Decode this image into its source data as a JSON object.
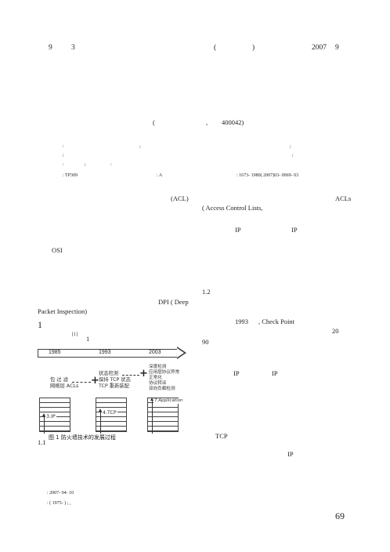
{
  "header": {
    "vol": "9",
    "issue": "3",
    "paren_open": "(",
    "paren_close": ")",
    "year": "2007",
    "month": "9"
  },
  "affiliation": {
    "paren": "(",
    "comma": ",",
    "postcode": "400042)"
  },
  "abstract_marks": [
    ":",
    ";",
    ";",
    ";",
    ";",
    ":",
    ";",
    ":"
  ],
  "classification": {
    "clc": ": TP309",
    "doc_code": ": A",
    "article_id": ": 1673- 1980( 2007)03- 0069- 03"
  },
  "left_col": {
    "acl": "(ACL)",
    "osi": "OSI",
    "dpi": "DPI ( Deep",
    "dpi2": "Packet Inspection)",
    "sec1": "1",
    "ref": "[1]",
    "ref_one": "1",
    "sec11": "1.1"
  },
  "right_col": {
    "acls": "ACLs",
    "acl_full": "( Access Control Lists,",
    "ip1": "IP",
    "ip2": "IP",
    "sec12": "1.2",
    "year1993": "1993",
    "checkpoint": ", Check Point",
    "twenty": "20",
    "ninety": "90",
    "ip3": "IP",
    "ip4": "IP",
    "tcp": "TCP",
    "ip5": "IP"
  },
  "figure": {
    "years": [
      "1985",
      "1993",
      "2003"
    ],
    "stage1": [
      "包 过 滤",
      "网络层 ACLs"
    ],
    "stage2": [
      "状态检测",
      "保持 TCP 状态",
      "TCP 重新装配"
    ],
    "stage3": [
      "深度检测",
      "应用层协议异常",
      "正常化",
      "协议转译",
      "双向负载检测"
    ],
    "layer1": "3.IP",
    "layer2": "4.TCP",
    "layer3": "7.Application",
    "caption": "图 1   防火墙技术的发展过程"
  },
  "footnote": {
    "received": ": 2007- 04- 10",
    "author": ":     ( 1975- ) ;   ,"
  },
  "page_number": "69"
}
